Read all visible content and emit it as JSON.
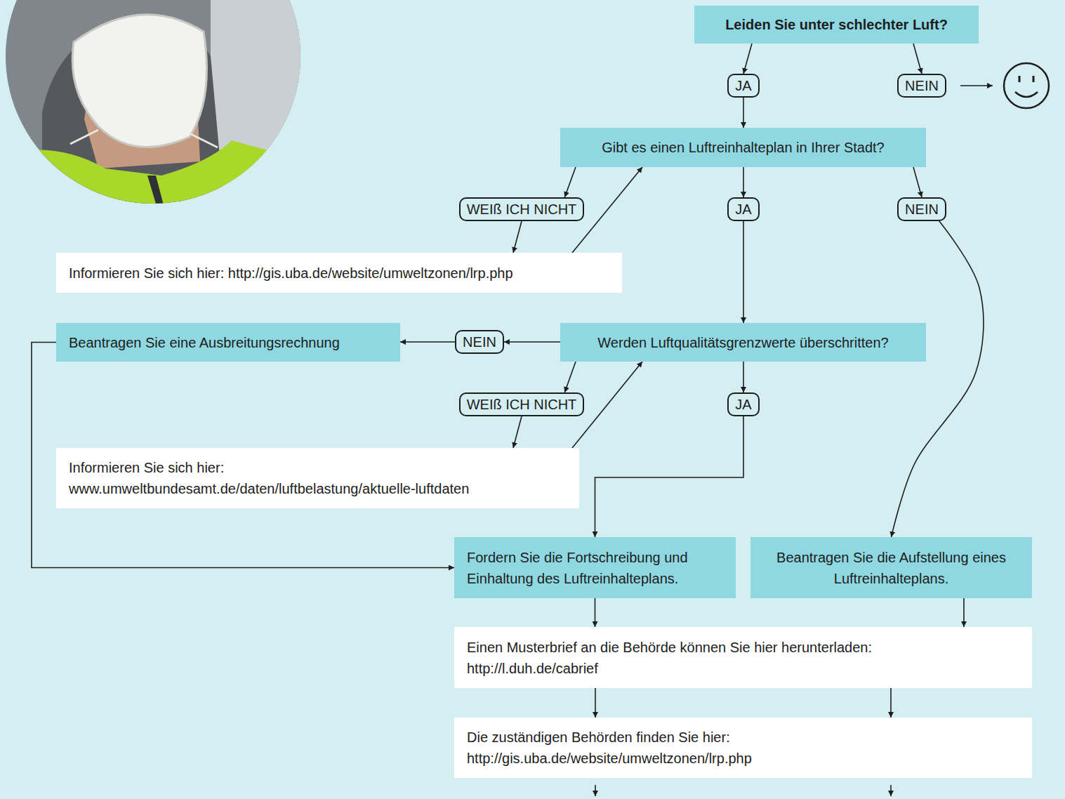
{
  "diagram": {
    "nodes": [
      {
        "text": [
          "Leiden Sie unter schlechter Luft?"
        ]
      },
      {
        "text": [
          "JA"
        ]
      },
      {
        "text": [
          "NEIN"
        ]
      },
      {
        "text": [
          "Gibt es einen Luftreinhalteplan in Ihrer Stadt?"
        ]
      },
      {
        "text": [
          "WEIß ICH NICHT"
        ]
      },
      {
        "text": [
          "JA"
        ]
      },
      {
        "text": [
          "NEIN"
        ]
      },
      {
        "text": [
          "Informieren Sie sich hier: http://gis.uba.de/website/umweltzonen/lrp.php"
        ]
      },
      {
        "text": [
          "Beantragen Sie eine Ausbreitungsrechnung"
        ]
      },
      {
        "text": [
          "NEIN"
        ]
      },
      {
        "text": [
          "Werden Luftqualitätsgrenzwerte überschritten?"
        ]
      },
      {
        "text": [
          "WEIß ICH NICHT"
        ]
      },
      {
        "text": [
          "JA"
        ]
      },
      {
        "text": [
          "Informieren Sie sich hier:",
          "www.umweltbundesamt.de/daten/luftbelastung/aktuelle-luftdaten"
        ]
      },
      {
        "text": [
          "Fordern Sie die Fortschreibung und Einhaltung des Luftreinhalteplans."
        ]
      },
      {
        "text": [
          "Beantragen Sie die Aufstellung eines Luftreinhalteplans."
        ]
      },
      {
        "text": [
          "Einen Musterbrief an die Behörde können Sie hier herunterladen:",
          "http://l.duh.de/cabrief"
        ]
      },
      {
        "text": [
          "Die zuständigen Behörden finden Sie hier:",
          "http://gis.uba.de/website/umweltzonen/lrp.php"
        ]
      }
    ],
    "edges": [
      {
        "from": 0,
        "to": 1,
        "arrow": "to"
      },
      {
        "from": 0,
        "to": 2,
        "arrow": "to"
      },
      {
        "from": 1,
        "to": 3,
        "arrow": "to"
      },
      {
        "from": 3,
        "to": 4,
        "arrow": "to"
      },
      {
        "from": 3,
        "to": 5,
        "arrow": "to"
      },
      {
        "from": 3,
        "to": 6,
        "arrow": "to"
      },
      {
        "from": 4,
        "to": 7,
        "arrow": "to"
      },
      {
        "from": 7,
        "to": 3,
        "arrow": "to"
      },
      {
        "from": 5,
        "to": 10,
        "arrow": "to"
      },
      {
        "from": 6,
        "to": 15,
        "arrow": "to"
      },
      {
        "from": 10,
        "to": 9,
        "arrow": "to"
      },
      {
        "from": 9,
        "to": 8,
        "arrow": "to"
      },
      {
        "from": 10,
        "to": 11,
        "arrow": "to"
      },
      {
        "from": 10,
        "to": 12,
        "arrow": "to"
      },
      {
        "from": 11,
        "to": 13,
        "arrow": "to"
      },
      {
        "from": 13,
        "to": 10,
        "arrow": "to"
      },
      {
        "from": 12,
        "to": 14,
        "arrow": "to"
      },
      {
        "from": 8,
        "to": 14,
        "arrow": "to"
      },
      {
        "from": 14,
        "to": 16,
        "arrow": "to"
      },
      {
        "from": 15,
        "to": 16,
        "arrow": "to"
      },
      {
        "from": 16,
        "to": 17,
        "arrow": "to"
      },
      {
        "from": 16,
        "to": 17,
        "arrow": "to"
      }
    ]
  }
}
